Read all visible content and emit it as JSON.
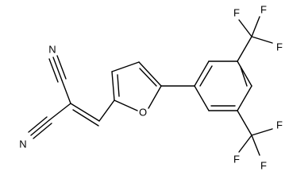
{
  "molecule": {
    "atom_labels": {
      "n_top": "N",
      "n_bottom": "N",
      "o_furan": "O",
      "f_top_1": "F",
      "f_top_2": "F",
      "f_top_3": "F",
      "f_bottom_1": "F",
      "f_bottom_2": "F",
      "f_bottom_3": "F"
    },
    "colors": {
      "bond": "#000000",
      "label": "#000000",
      "background": "#ffffff"
    }
  }
}
